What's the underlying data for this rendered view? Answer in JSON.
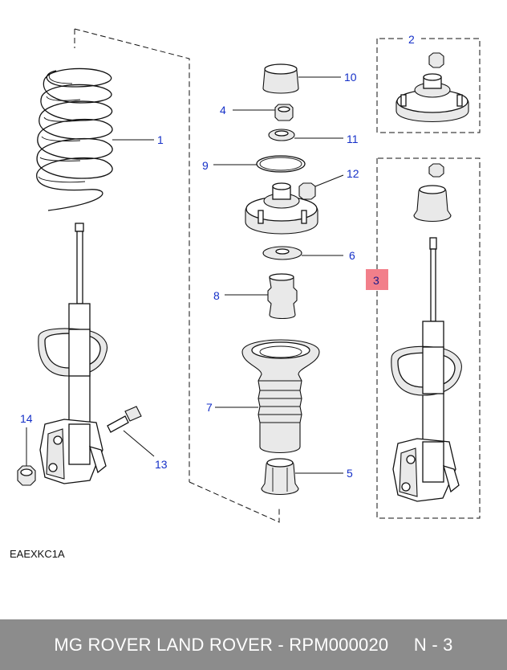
{
  "diagram": {
    "reference_code": "EAEXKC1A",
    "callouts": [
      {
        "id": "c1",
        "label": "1"
      },
      {
        "id": "c2",
        "label": "2"
      },
      {
        "id": "c3",
        "label": "3"
      },
      {
        "id": "c4",
        "label": "4"
      },
      {
        "id": "c5",
        "label": "5"
      },
      {
        "id": "c6",
        "label": "6"
      },
      {
        "id": "c7",
        "label": "7"
      },
      {
        "id": "c8",
        "label": "8"
      },
      {
        "id": "c9",
        "label": "9"
      },
      {
        "id": "c10",
        "label": "10"
      },
      {
        "id": "c11",
        "label": "11"
      },
      {
        "id": "c12",
        "label": "12"
      },
      {
        "id": "c13",
        "label": "13"
      },
      {
        "id": "c14",
        "label": "14"
      }
    ],
    "highlight_color": "#f27f8a",
    "callout_color": "#1530c8"
  },
  "footer": {
    "brand": "MG ROVER LAND ROVER - RPM000020",
    "page": "N - 3"
  }
}
